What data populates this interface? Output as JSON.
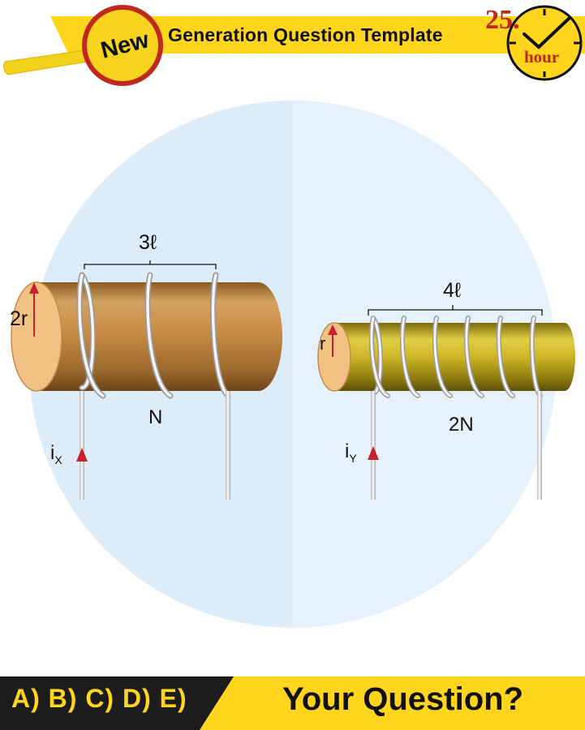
{
  "header": {
    "badge": "New",
    "title": "Generation Question Template",
    "clock_number": "25.",
    "clock_unit": "hour"
  },
  "diagram": {
    "coil_x": {
      "length_label": "3ℓ",
      "radius_label": "2r",
      "turns_label": "N",
      "current_symbol": "i",
      "current_subscript": "X"
    },
    "coil_y": {
      "length_label": "4ℓ",
      "radius_label": "r",
      "turns_label": "2N",
      "current_symbol": "i",
      "current_subscript": "Y"
    }
  },
  "footer": {
    "options": "A) B) C) D) E)",
    "question": "Your Question?"
  },
  "colors": {
    "accent_yellow": "#ffd51e",
    "dark_footer": "#1c1c1c",
    "copper": "#c98f48",
    "brass": "#b9a21e",
    "arrow_red": "#c8202c",
    "circle_light": "#dcedf9"
  }
}
